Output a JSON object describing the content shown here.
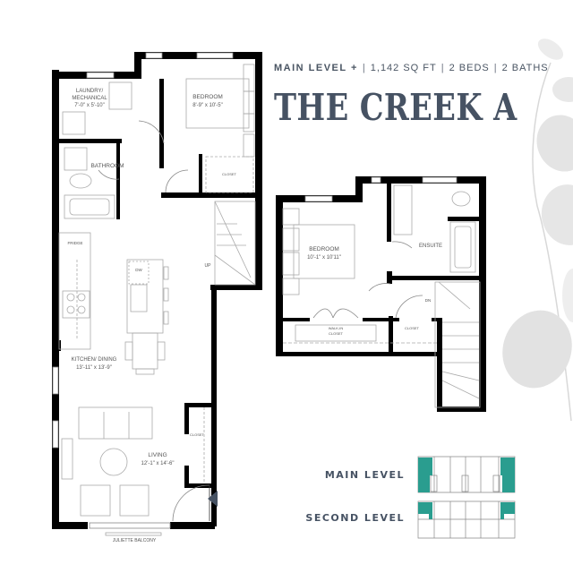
{
  "header": {
    "subtitle_level": "MAIN LEVEL +",
    "subtitle_sqft": "1,142 SQ FT",
    "subtitle_beds": "2 BEDS",
    "subtitle_baths": "2 BATHS",
    "title": "THE CREEK A"
  },
  "main_level": {
    "rooms": [
      {
        "name": "LAUNDRY/",
        "name2": "MECHANICAL",
        "dims": "7'-0\" x 5'-10\""
      },
      {
        "name": "BEDROOM",
        "dims": "8'-9\" x 10'-5\""
      },
      {
        "name": "BATHROOM"
      },
      {
        "name": "CLOSET"
      },
      {
        "name": "FRIDGE"
      },
      {
        "name": "DW"
      },
      {
        "name": "UP"
      },
      {
        "name": "KITCHEN/ DINING",
        "dims": "13'-11\" x 13'-9\""
      },
      {
        "name": "CLOSET"
      },
      {
        "name": "LIVING",
        "dims": "12'-1\" x 14'-6\""
      }
    ],
    "balcony_label": "JULIETTE BALCONY"
  },
  "second_level": {
    "rooms": [
      {
        "name": "BEDROOM",
        "dims": "10'-1\" x 10'11\""
      },
      {
        "name": "ENSUITE"
      },
      {
        "name": "WALK-IN",
        "name2": "CLOSET"
      },
      {
        "name": "CLOSET"
      },
      {
        "name": "DN"
      }
    ]
  },
  "key_plan": {
    "main_label": "MAIN LEVEL",
    "second_label": "SECOND LEVEL",
    "highlight_color": "#2a9d8f"
  },
  "colors": {
    "title": "#465263",
    "wall": "#000000",
    "entry_marker": "#465263"
  }
}
